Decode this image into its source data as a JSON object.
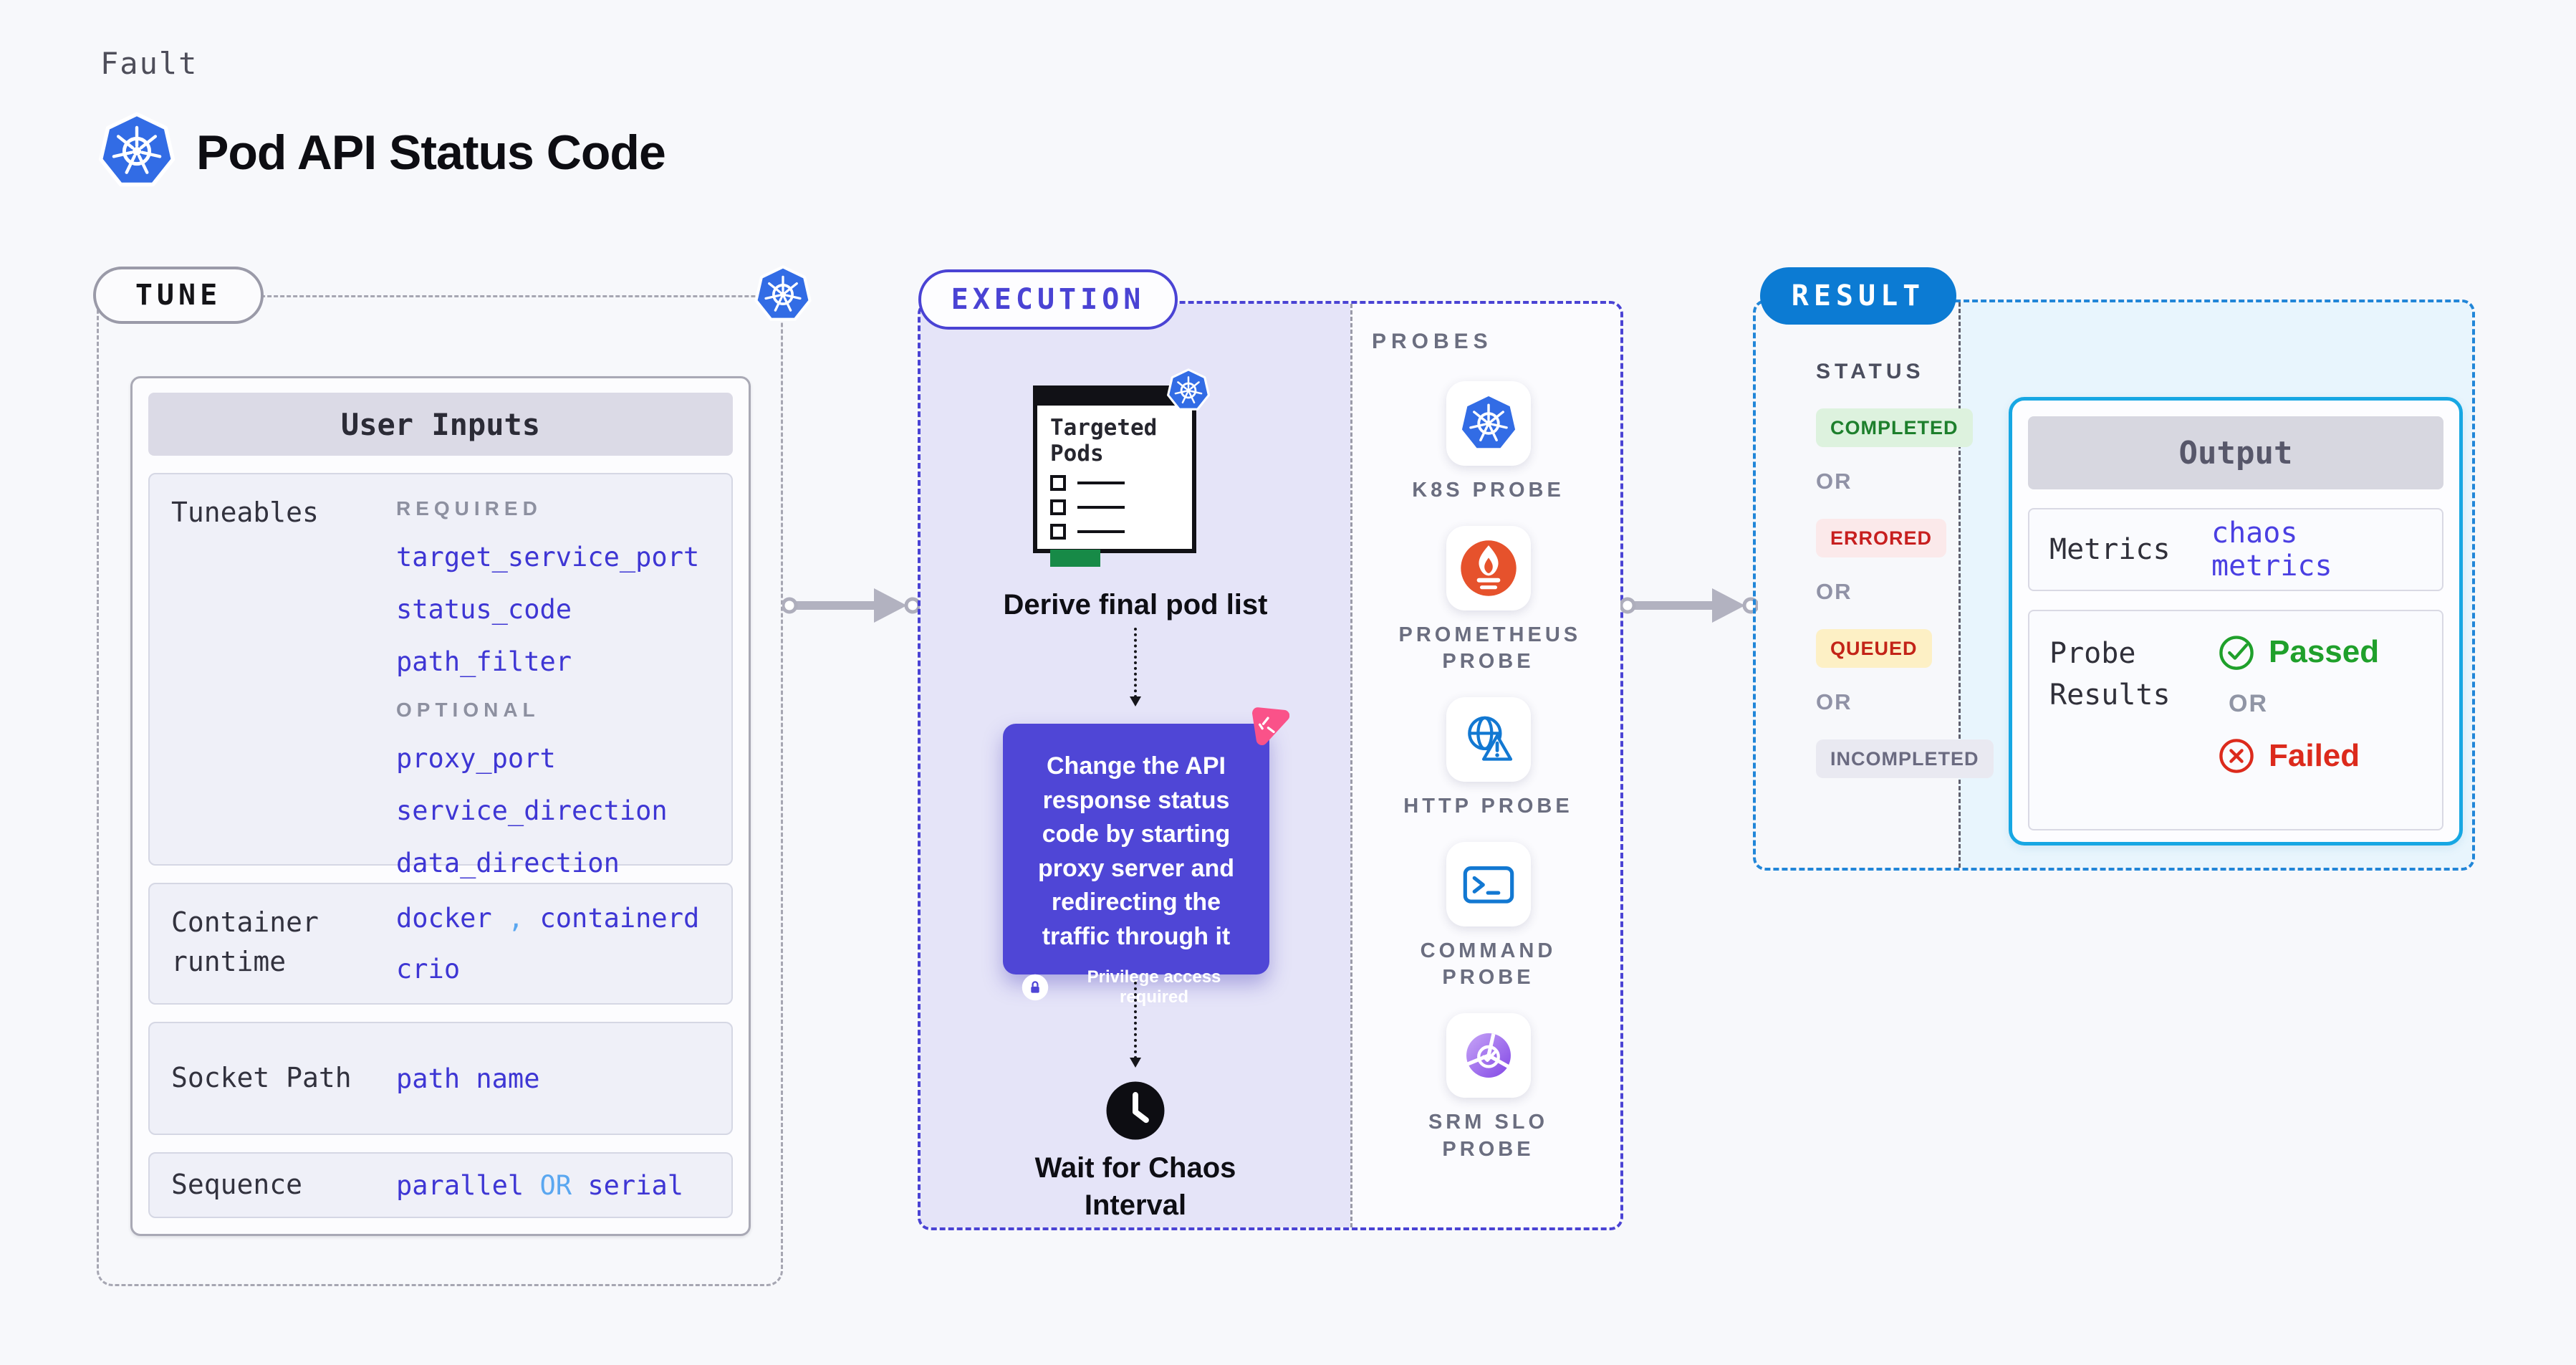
{
  "header": {
    "category": "Fault",
    "title": "Pod API Status Code"
  },
  "tune": {
    "label": "TUNE",
    "card_title": "User Inputs",
    "tuneables": {
      "label": "Tuneables",
      "required_label": "REQUIRED",
      "required_items": [
        "target_service_port",
        "status_code",
        "path_filter"
      ],
      "optional_label": "OPTIONAL",
      "optional_items": [
        "proxy_port",
        "service_direction",
        "data_direction"
      ]
    },
    "runtime": {
      "label": "Container runtime",
      "value_1": "docker",
      "comma": ",",
      "value_2": "containerd",
      "value_3": "crio"
    },
    "socket": {
      "label": "Socket Path",
      "value": "path name"
    },
    "sequence": {
      "label": "Sequence",
      "value_a": "parallel",
      "or": "OR",
      "value_b": "serial"
    }
  },
  "execution": {
    "label": "EXECUTION",
    "pods_card_title": "Targeted Pods",
    "derive_caption": "Derive final pod list",
    "action_text": "Change the API response status code by starting proxy server and redirecting the traffic through it",
    "privilege_note": "Privilege access required",
    "wait_caption": "Wait for Chaos Interval"
  },
  "probes": {
    "label": "PROBES",
    "items": [
      {
        "name": "K8S PROBE",
        "icon": "kubernetes-icon"
      },
      {
        "name": "PROMETHEUS PROBE",
        "icon": "prometheus-icon"
      },
      {
        "name": "HTTP PROBE",
        "icon": "http-globe-warning-icon"
      },
      {
        "name": "COMMAND PROBE",
        "icon": "terminal-icon"
      },
      {
        "name": "SRM SLO PROBE",
        "icon": "srm-slo-pie-icon"
      }
    ]
  },
  "result": {
    "label": "RESULT",
    "status_label": "STATUS",
    "or_label": "OR",
    "statuses": [
      {
        "text": "COMPLETED",
        "fg": "#1d7f2c",
        "bg": "#ddf2de"
      },
      {
        "text": "ERRORED",
        "fg": "#c71f1f",
        "bg": "#fbe9ea"
      },
      {
        "text": "QUEUED",
        "fg": "#c32418",
        "bg": "#fdf0c5"
      },
      {
        "text": "INCOMPLETED",
        "fg": "#6a6a80",
        "bg": "#e9e9f1"
      }
    ],
    "output": {
      "title": "Output",
      "metrics_label": "Metrics",
      "metrics_value": "chaos metrics",
      "probe_results_label": "Probe Results",
      "passed_label": "Passed",
      "or_label": "OR",
      "failed_label": "Failed"
    }
  },
  "colors": {
    "page_bg": "#f7f8fb",
    "kubernetes_blue": "#326ce5",
    "prometheus_orange": "#e6522c",
    "http_blue": "#1278d2",
    "srm_purple": "#8247e5",
    "execution_indigo": "#4a43d4",
    "execution_fill": "#e5e4f8",
    "action_card_purple": "#4f46d6",
    "chaos_pink": "#fa5289",
    "result_blue": "#0c7bd3",
    "result_fill": "#e8f5fd",
    "output_border_cyan": "#17a7e3",
    "link_indigo": "#3e36d4",
    "link_alt_blue": "#5aa7f0",
    "passed_green": "#1fa02b",
    "failed_red": "#dc2a1c",
    "arrow_gray": "#b2b2c0"
  }
}
